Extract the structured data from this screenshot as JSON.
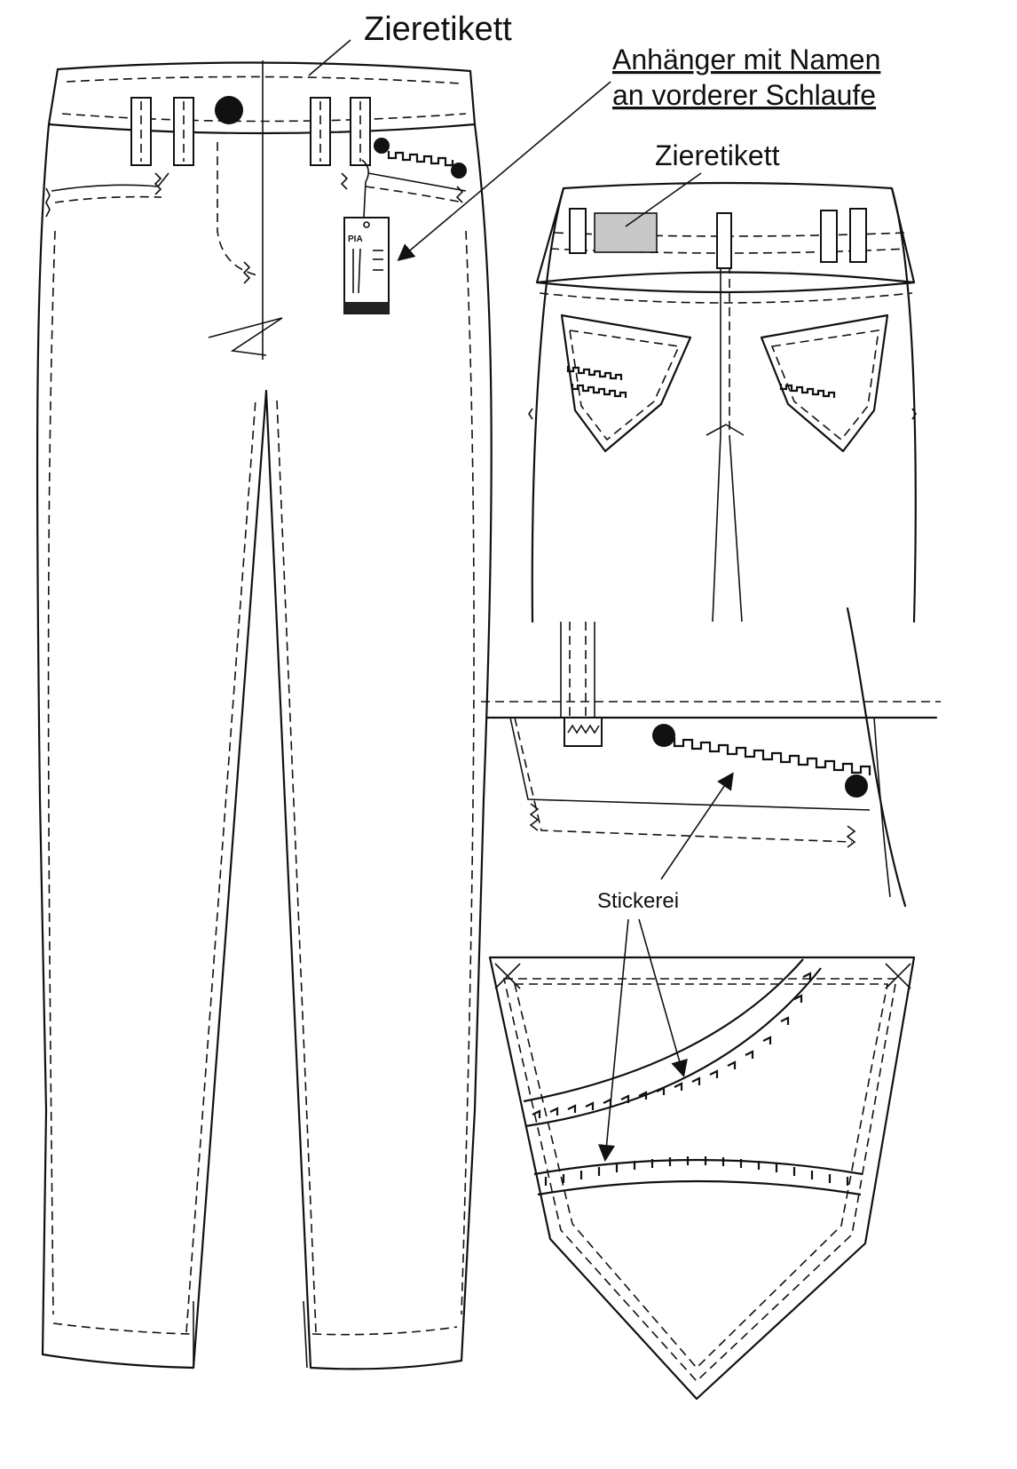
{
  "labels": {
    "front_label": "Zieretikett",
    "hangtag_line1": "Anhänger mit Namen",
    "hangtag_line2": "an vorderer Schlaufe",
    "back_label": "Zieretikett",
    "embroidery": "Stickerei",
    "tag_brand": "PIA"
  },
  "colors": {
    "line": "#111111",
    "label_patch": "#c8c8c8",
    "tag_band": "#222222"
  },
  "icons": [
    "arrow-icon",
    "rivet-icon",
    "embroidery-icon",
    "bartack-icon"
  ]
}
